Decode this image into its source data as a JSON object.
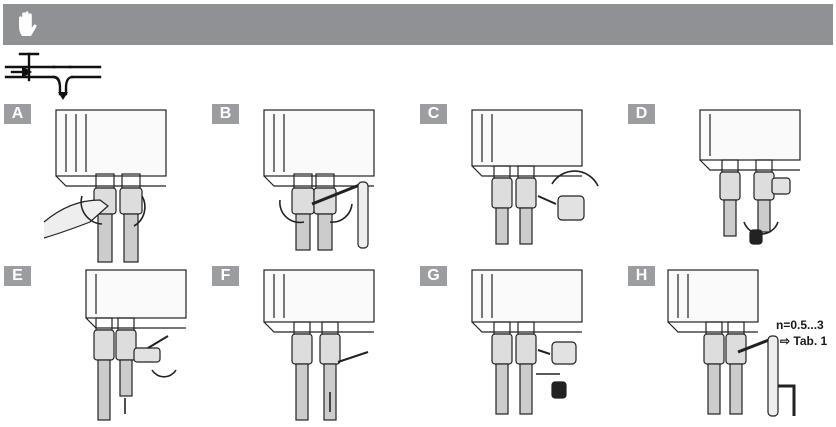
{
  "panels": [
    {
      "label": "A"
    },
    {
      "label": "B"
    },
    {
      "label": "C"
    },
    {
      "label": "D"
    },
    {
      "label": "E"
    },
    {
      "label": "F"
    },
    {
      "label": "G"
    },
    {
      "label": "H"
    }
  ],
  "notes": {
    "n_range": "n=0.5...3",
    "table_ref": "⇨ Tab. 1"
  },
  "icons": {
    "header": "hand-stop-icon",
    "flow": "pipe-flow-icon"
  },
  "colors": {
    "header_bar": "#8f9194",
    "label_box": "#9b9da0"
  }
}
